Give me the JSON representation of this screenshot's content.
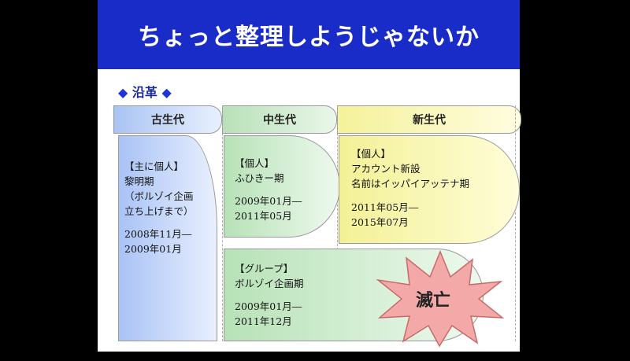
{
  "title": "ちょっと整理しようじゃないか",
  "section": {
    "marker_left": "◆",
    "label": "沿革",
    "marker_right": "◆"
  },
  "eras": {
    "kodai": "古生代",
    "chuu": "中生代",
    "shin": "新生代"
  },
  "kodai_box": {
    "l1": "【主に個人】",
    "l2": "黎明期",
    "l3": "（ボルゾイ企画",
    "l4": "立ち上げまで）",
    "d1": "2008年11月―",
    "d2": "2009年01月"
  },
  "chuu_box1": {
    "l1": "【個人】",
    "l2": "ふひきー期",
    "d1": "2009年01月―",
    "d2": "2011年05月"
  },
  "shin_box": {
    "l1": "【個人】",
    "l2": "アカウント新設",
    "l3": "名前はイッパイアッテナ期",
    "d1": "2011年05月―",
    "d2": "2015年07月"
  },
  "chuu_box2": {
    "l1": "【グループ】",
    "l2": "ボルゾイ企画期",
    "d1": "2009年01月―",
    "d2": "2011年12月"
  },
  "burst": {
    "label": "滅亡",
    "icon": "explosion-burst-icon"
  },
  "colors": {
    "title_bar": "#1a2cc8",
    "kodai": "#aac4f2",
    "chuu": "#b8e0b8",
    "shin": "#f4f29a",
    "burst": "#f4a9a9"
  }
}
